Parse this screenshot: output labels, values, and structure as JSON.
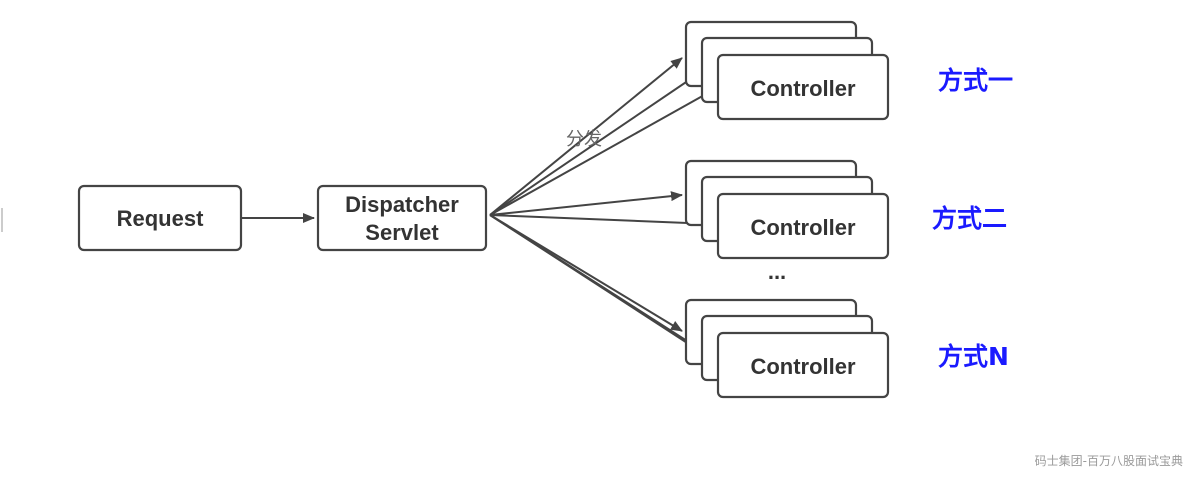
{
  "nodes": {
    "request": "Request",
    "dispatcher_line1": "Dispatcher",
    "dispatcher_line2": "Servlet"
  },
  "edge_label": "分发",
  "controller_label": "Controller",
  "ellipsis": "...",
  "methods": [
    "方式一",
    "方式二",
    "方式N"
  ],
  "watermark": "码士集团-百万八股面试宝典",
  "colors": {
    "method_text": "#1a1aff",
    "node_text": "#333333",
    "stroke": "#444444"
  }
}
